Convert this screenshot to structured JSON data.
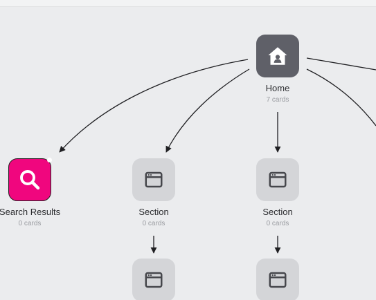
{
  "nodes": {
    "home": {
      "title": "Home",
      "count": "7 cards",
      "icon": "home-icon"
    },
    "search": {
      "title": "Search Results",
      "count": "0 cards",
      "icon": "search-icon"
    },
    "section_a": {
      "title": "Section",
      "count": "0 cards",
      "icon": "window-icon"
    },
    "section_b": {
      "title": "Section",
      "count": "0 cards",
      "icon": "window-icon"
    },
    "child_a": {
      "icon": "window-icon"
    },
    "child_b": {
      "icon": "window-icon"
    }
  },
  "colors": {
    "background": "#ebecee",
    "home_tile": "#5f6068",
    "search_tile": "#f0067e",
    "section_tile": "#d4d5d8",
    "icon_dark": "#46474c",
    "edge": "#1f1f22"
  }
}
